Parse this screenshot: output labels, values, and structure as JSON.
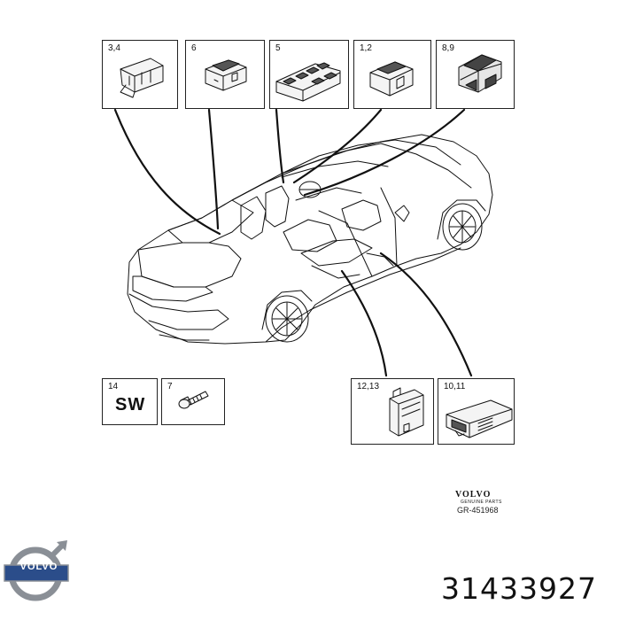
{
  "callouts": {
    "box_34": "3,4",
    "box_6": "6",
    "box_5": "5",
    "box_12": "1,2",
    "box_89": "8,9",
    "box_14": "14",
    "box_7": "7",
    "box_1213": "12,13",
    "box_1011": "10,11"
  },
  "sw_label": "SW",
  "brand": {
    "name": "VOLVO",
    "subtitle": "GENUINE PARTS",
    "logo_text": "VOLVO"
  },
  "diagram_code": "GR-451968",
  "part_number": "31433927",
  "colors": {
    "line": "#111111",
    "logo_blue": "#2b4d8a",
    "logo_ring": "#8a8f96"
  }
}
